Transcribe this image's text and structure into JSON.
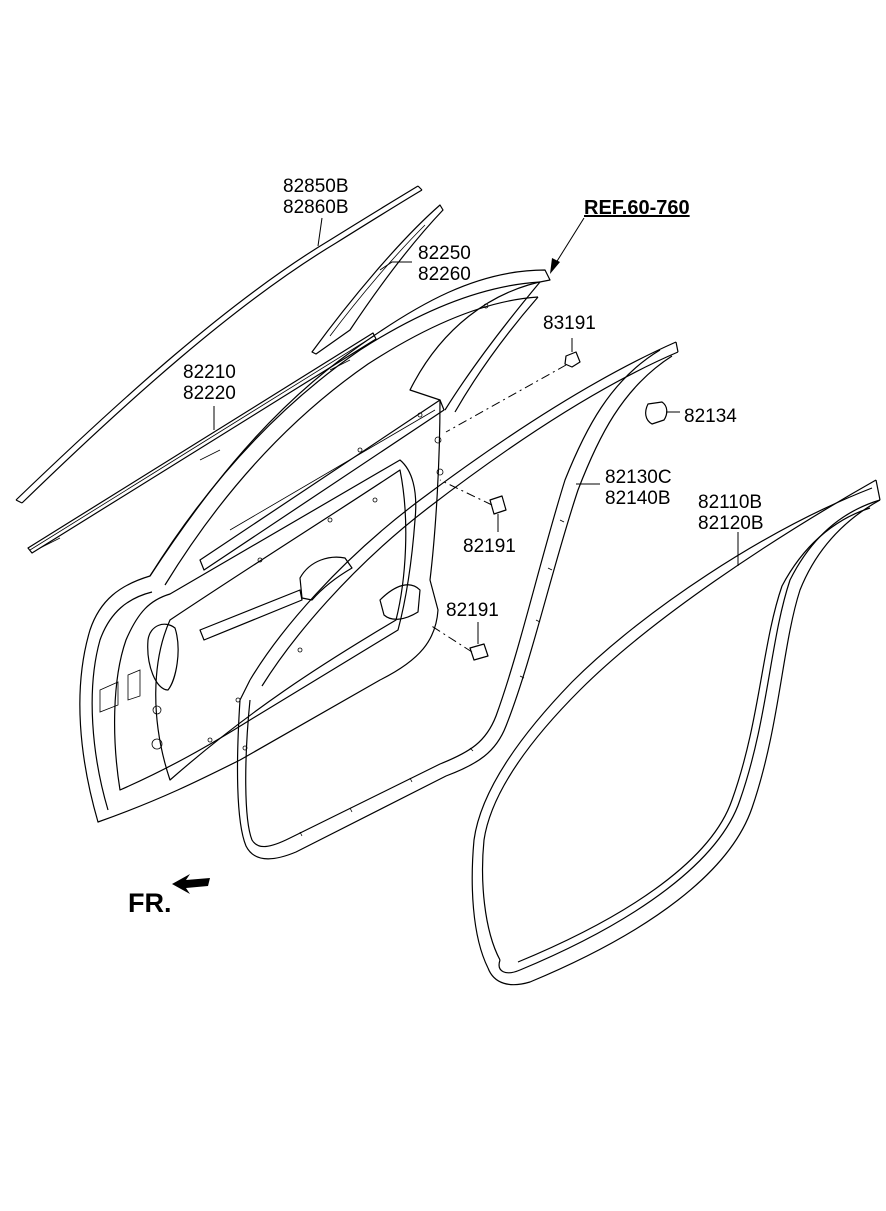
{
  "labels": {
    "ref": "REF.60-760",
    "p82850b": "82850B",
    "p82860b": "82860B",
    "p82250": "82250",
    "p82260": "82260",
    "p82210": "82210",
    "p82220": "82220",
    "p83191": "83191",
    "p82134": "82134",
    "p82130c": "82130C",
    "p82140b": "82140B",
    "p82191a": "82191",
    "p82191b": "82191",
    "p82110b": "82110B",
    "p82120b": "82120B",
    "fr": "FR."
  }
}
